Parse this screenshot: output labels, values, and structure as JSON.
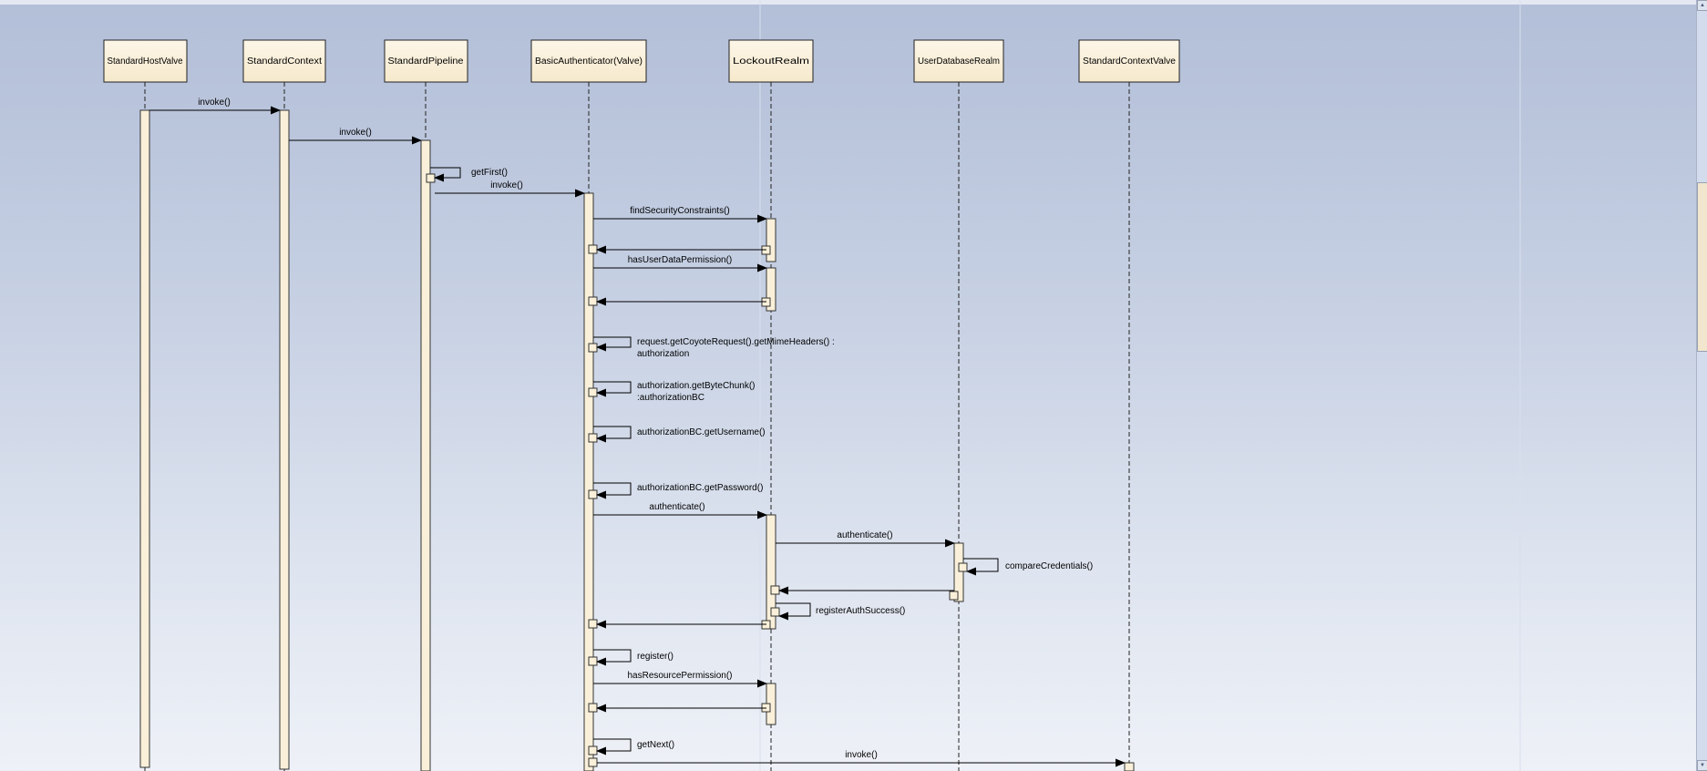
{
  "colors": {
    "background_top": "#b3bfd8",
    "background_bottom": "#eef1f7",
    "box_fill": "#fbf2df",
    "box_border": "#222222",
    "line_color": "#000000",
    "scrollbar_thumb": "#f2e6ce"
  },
  "icons": {
    "scroll_up": "▲",
    "scroll_down": "▼"
  },
  "lifelines": [
    {
      "name": "StandardHostValve"
    },
    {
      "name": "StandardContext"
    },
    {
      "name": "StandardPipeline"
    },
    {
      "name": "BasicAuthenticator(Valve)"
    },
    {
      "name": "LockoutRealm"
    },
    {
      "name": "UserDatabaseRealm"
    },
    {
      "name": "StandardContextValve"
    }
  ],
  "messages": [
    {
      "label": "invoke()",
      "from": "StandardHostValve",
      "to": "StandardContext"
    },
    {
      "label": "invoke()",
      "from": "StandardContext",
      "to": "StandardPipeline"
    },
    {
      "label": "getFirst()",
      "from": "StandardPipeline",
      "to": "StandardPipeline",
      "type": "self"
    },
    {
      "label": "invoke()",
      "from": "StandardPipeline",
      "to": "BasicAuthenticator(Valve)"
    },
    {
      "label": "findSecurityConstraints()",
      "from": "BasicAuthenticator(Valve)",
      "to": "LockoutRealm"
    },
    {
      "label": "hasUserDataPermission()",
      "from": "BasicAuthenticator(Valve)",
      "to": "LockoutRealm"
    },
    {
      "label": "request.getCoyoteRequest().getMimeHeaders() :",
      "label2": "authorization",
      "from": "BasicAuthenticator(Valve)",
      "to": "BasicAuthenticator(Valve)",
      "type": "self"
    },
    {
      "label": "authorization.getByteChunk()",
      "label2": ":authorizationBC",
      "from": "BasicAuthenticator(Valve)",
      "to": "BasicAuthenticator(Valve)",
      "type": "self"
    },
    {
      "label": "authorizationBC.getUsername()",
      "from": "BasicAuthenticator(Valve)",
      "to": "BasicAuthenticator(Valve)",
      "type": "self"
    },
    {
      "label": "authorizationBC.getPassword()",
      "from": "BasicAuthenticator(Valve)",
      "to": "BasicAuthenticator(Valve)",
      "type": "self"
    },
    {
      "label": "authenticate()",
      "from": "BasicAuthenticator(Valve)",
      "to": "LockoutRealm"
    },
    {
      "label": "authenticate()",
      "from": "LockoutRealm",
      "to": "UserDatabaseRealm"
    },
    {
      "label": "compareCredentials()",
      "from": "UserDatabaseRealm",
      "to": "UserDatabaseRealm",
      "type": "self"
    },
    {
      "label": "registerAuthSuccess()",
      "from": "LockoutRealm",
      "to": "LockoutRealm",
      "type": "self"
    },
    {
      "label": "register()",
      "from": "BasicAuthenticator(Valve)",
      "to": "BasicAuthenticator(Valve)",
      "type": "self"
    },
    {
      "label": "hasResourcePermission()",
      "from": "BasicAuthenticator(Valve)",
      "to": "LockoutRealm"
    },
    {
      "label": "getNext()",
      "from": "BasicAuthenticator(Valve)",
      "to": "BasicAuthenticator(Valve)",
      "type": "self"
    },
    {
      "label": "invoke()",
      "from": "BasicAuthenticator(Valve)",
      "to": "StandardContextValve"
    }
  ]
}
